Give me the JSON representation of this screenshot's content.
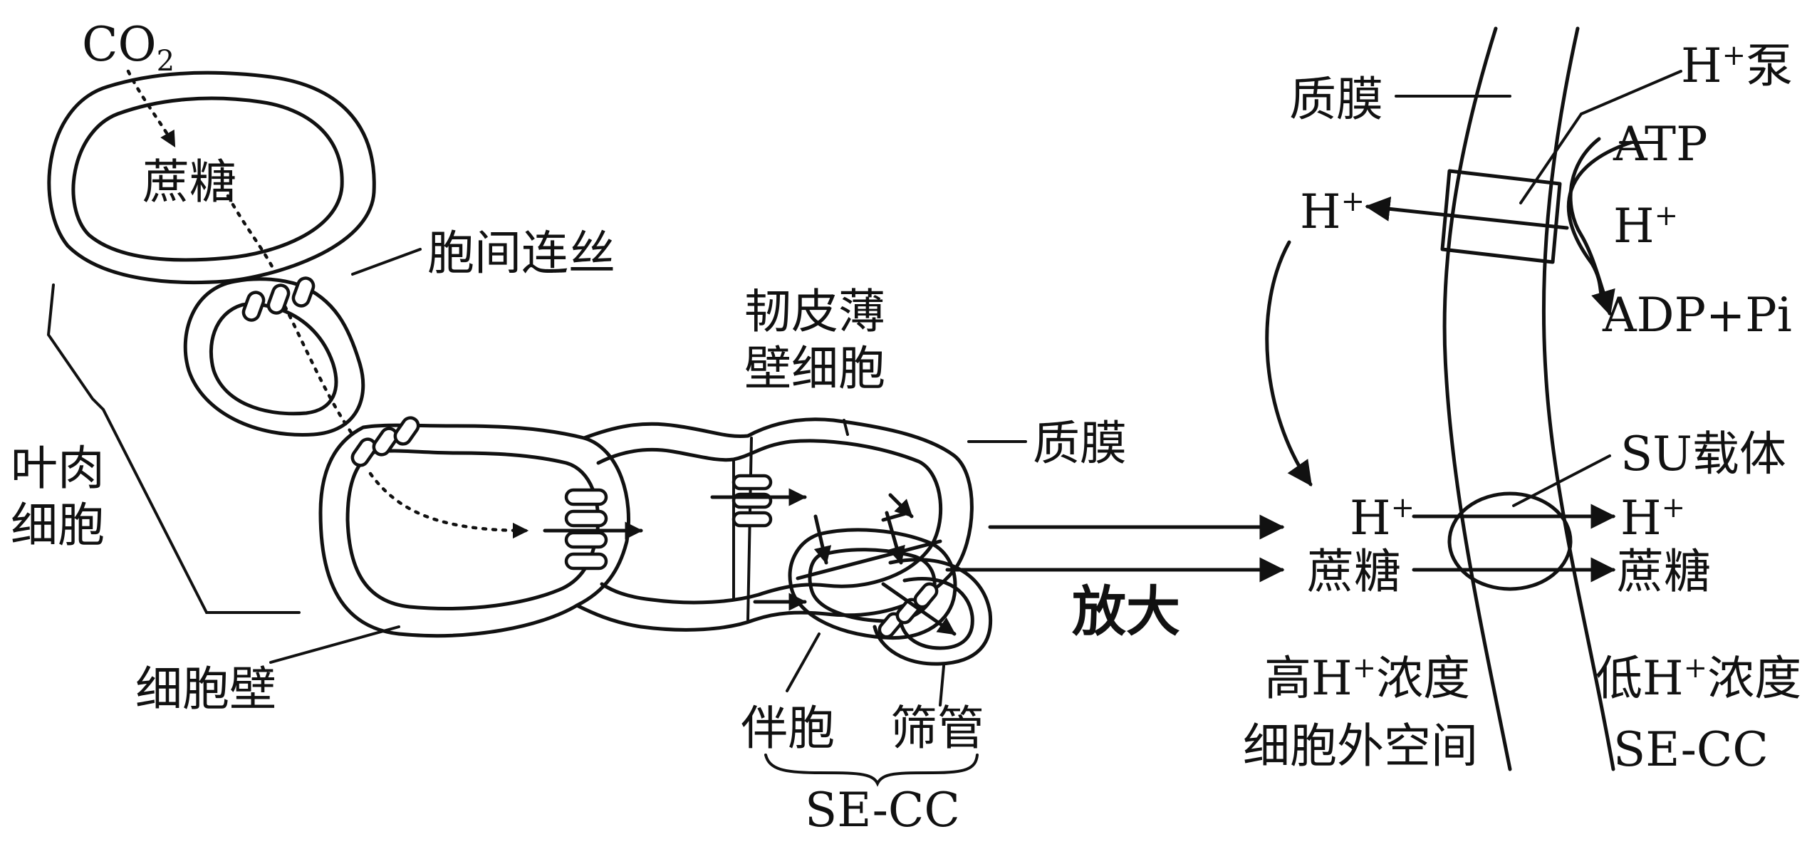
{
  "left": {
    "co2": "CO",
    "co2_sub": "2",
    "sucrose": "蔗糖",
    "plasmodesmata": "胞间连丝",
    "mesophyll_line1": "叶肉",
    "mesophyll_line2": "细胞",
    "cell_wall": "细胞壁",
    "phloem_parenchyma_line1": "韧皮薄",
    "phloem_parenchyma_line2": "壁细胞",
    "plasma_membrane": "质膜",
    "companion_cell": "伴胞",
    "sieve_tube": "筛管",
    "se_cc": "SE-CC",
    "magnify": "放大"
  },
  "right": {
    "plasma_membrane": "质膜",
    "h_pump_h": "H",
    "h_pump_plus": "+",
    "h_pump_suffix": "泵",
    "atp": "ATP",
    "h_out_h": "H",
    "h_out_plus": "+",
    "h_in_h": "H",
    "h_in_plus": "+",
    "adp_pi": "ADP+Pi",
    "su_carrier": "SU载体",
    "h_left_h": "H",
    "h_left_plus": "+",
    "h_right_h": "H",
    "h_right_plus": "+",
    "sucrose_left": "蔗糖",
    "sucrose_right": "蔗糖",
    "high_conc_pre": "高H",
    "high_conc_plus": "+",
    "high_conc_post": "浓度",
    "extracellular": "细胞外空间",
    "low_conc_pre": "低H",
    "low_conc_plus": "+",
    "low_conc_post": "浓度",
    "se_cc": "SE-CC"
  }
}
